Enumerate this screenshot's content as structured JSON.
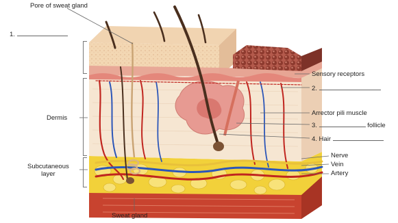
{
  "labels": {
    "pore_of_sweat_gland": "Pore of sweat gland",
    "blank_1": "1.",
    "dermis": "Dermis",
    "subcutaneous_line1": "Subcutaneous",
    "subcutaneous_line2": "layer",
    "sweat_gland": "Sweat gland",
    "sensory_receptors": "Sensory receptors",
    "blank_2": "2.",
    "arrector_pili_muscle": "Arrector pili muscle",
    "blank_3": "3.",
    "follicle": "follicle",
    "blank_4": "4. Hair",
    "nerve": "Nerve",
    "vein": "Vein",
    "artery": "Artery"
  },
  "colors": {
    "epidermis": "#f4d9b8",
    "dermis": "#f7e8d6",
    "dermis_pink": "#e9a39a",
    "fat": "#f4d33a",
    "muscle": "#c7422e",
    "vein": "#2c56b8",
    "artery": "#c0251f",
    "nerve": "#e9c13a",
    "hair": "#4a2f1e"
  }
}
